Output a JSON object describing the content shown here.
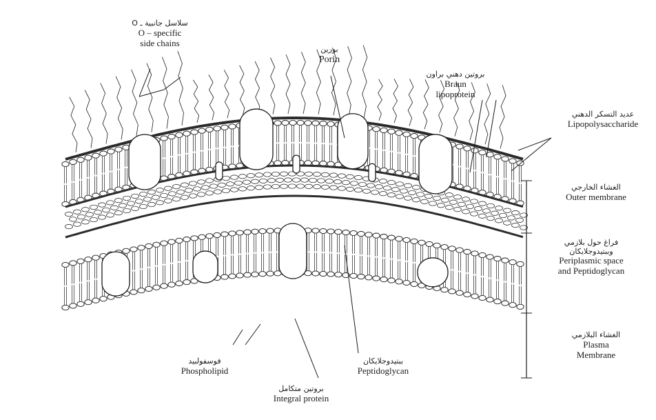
{
  "labels": {
    "o_specific": {
      "ar": "سلاسل جانبية ـ O",
      "en1": "O – specific",
      "en2": "side chains"
    },
    "porin": {
      "ar": "بورين",
      "en": "Porin"
    },
    "braun": {
      "ar": "بروتين دهني براون",
      "en1": "Braun",
      "en2": "lipoprotein"
    },
    "lps": {
      "ar": "عديد التسكر الدهني",
      "en": "Lipopolysaccharide"
    },
    "outer": {
      "ar": "الغشاء الخارجي",
      "en": "Outer membrane"
    },
    "periplasmic": {
      "ar1": "فراغ حول بلازمي",
      "ar2": "وببتيدوجلايكان",
      "en1": "Periplasmic space",
      "en2": "and Peptidoglycan"
    },
    "plasma": {
      "ar": "الغشاء البلازمي",
      "en1": "Plasma",
      "en2": "Membrane"
    },
    "phospholipid": {
      "ar": "فوسفولبيد",
      "en": "Phospholipid"
    },
    "integral": {
      "ar": "بروتين متكامل",
      "en": "Integral protein"
    },
    "peptidoglycan": {
      "ar": "ببتيدوجلايكان",
      "en": "Peptidoglycan"
    }
  },
  "colors": {
    "ink": "#1a1a1a",
    "paper": "#ffffff",
    "band": "#2b2b2b"
  }
}
